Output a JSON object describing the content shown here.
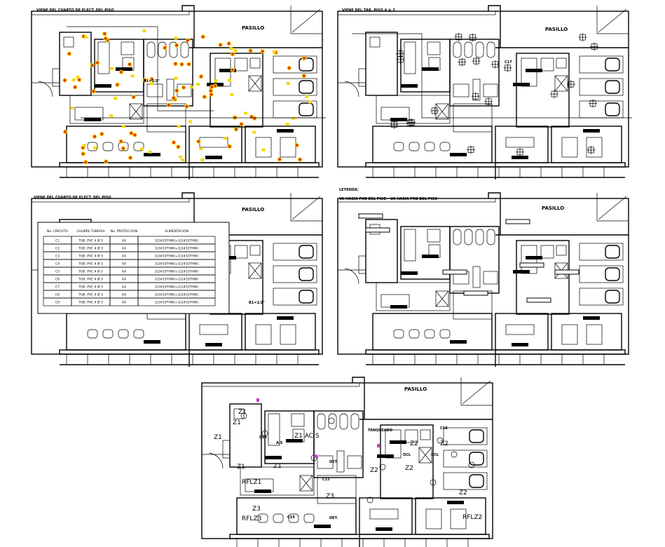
{
  "drawing": {
    "accent_colors": {
      "lines": "#000000",
      "luminaire": "#f5d800",
      "outlet": "#e03a1e",
      "marker": "#c040c0"
    },
    "panels": [
      {
        "id": "plan-1",
        "note": "VIENE DEL CUARTO DE ELECT. DEL PISO",
        "corridor": "PASILLO",
        "circuit_note": "B1=1/2\""
      },
      {
        "id": "plan-2",
        "note": "VIENE DEL TAB. PISO 4 @ 3",
        "corridor": "PASILLO",
        "circuit_note": "C17"
      },
      {
        "id": "plan-3",
        "note": "VIENE DEL CUARTO DE ELECT. DEL PISO",
        "corridor": "PASILLO",
        "circuit_note": "B1=1/2\""
      },
      {
        "id": "plan-4",
        "note": "VA HACIA PXB DEL PISO",
        "note2": "VA HACIA PXB DEL PISO",
        "legend": "LEYENDA:",
        "corridor": "PASILLO"
      },
      {
        "id": "plan-5",
        "corridor": "PASILLO"
      }
    ],
    "schedule": {
      "headers": [
        "No. CIRCUITO",
        "CALIBRE TUBERIA",
        "No. PROTECCION",
        "ALIMENTACION"
      ],
      "rows": [
        [
          "C1",
          "TUB. PVC 4 Ø 3",
          "AA",
          "1(2#10THW)+1(2#10THW)"
        ],
        [
          "C2",
          "TUB. PVC 4 Ø 3",
          "AA",
          "1(2#10THW)+1(2#10THW)"
        ],
        [
          "C3",
          "TUB. PVC 4 Ø 3",
          "AA",
          "1(2#10THW)+1(2#10THW)"
        ],
        [
          "C4",
          "TUB. PVC 4 Ø 3",
          "AA",
          "1(2#10THW)+1(2#10THW)"
        ],
        [
          "C5",
          "TUB. PVC 4 Ø 3",
          "AA",
          "1(2#10THW)+1(2#10THW)"
        ],
        [
          "C6",
          "TUB. PVC 4 Ø 3",
          "AA",
          "1(2#10THW)+1(2#10THW)"
        ],
        [
          "C7",
          "TUB. PVC 4 Ø 3",
          "AA",
          "1(2#10THW)+1(2#10THW)"
        ],
        [
          "C8",
          "TUB. PVC 4 Ø 3",
          "AA",
          "1(2#10THW)+1(2#10THW)"
        ],
        [
          "C9",
          "TUB. PVC 4 Ø 3",
          "AA",
          "1(2#10THW)+1(2#10THW)"
        ]
      ]
    },
    "zones": [
      {
        "label": "Z1"
      },
      {
        "label": "Z1"
      },
      {
        "label": "Z1"
      },
      {
        "label": "Z1"
      },
      {
        "label": "Z1"
      },
      {
        "label": "Z1 AC S"
      },
      {
        "label": "RFLZ1"
      },
      {
        "label": "Z2"
      },
      {
        "label": "Z2"
      },
      {
        "label": "Z2"
      },
      {
        "label": "Z2"
      },
      {
        "label": "Z2"
      },
      {
        "label": "RFLZ2"
      },
      {
        "label": "Z3"
      },
      {
        "label": "Z3"
      },
      {
        "label": "RFLZ3"
      }
    ],
    "device_labels": [
      "DET.",
      "DET.",
      "DET.",
      "OCL",
      "OCL",
      "A/S",
      "C15",
      "C18",
      "C19",
      "TANQUEADO"
    ]
  }
}
